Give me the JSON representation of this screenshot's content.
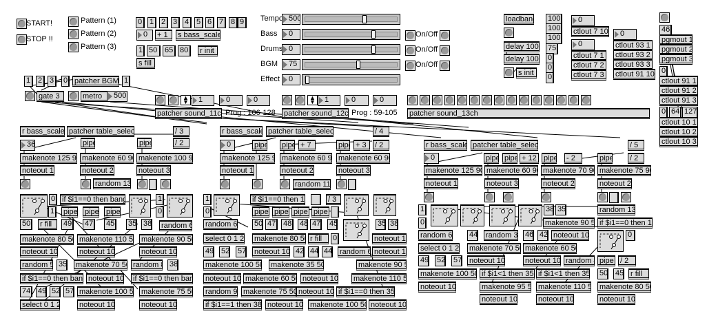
{
  "mixer": {
    "on_off_label": "On/Off",
    "rows": [
      {
        "label": "Tempo",
        "value": "500",
        "level": 0.65,
        "has_toggle": false
      },
      {
        "label": "Bass",
        "value": "0",
        "level": 0.75,
        "has_toggle": true
      },
      {
        "label": "Drums",
        "value": "0",
        "level": 0.75,
        "has_toggle": true
      },
      {
        "label": "BGM",
        "value": "75",
        "level": 0.58,
        "has_toggle": true
      },
      {
        "label": "Effect",
        "value": "0",
        "level": 0.0,
        "has_toggle": false
      }
    ]
  },
  "patch": {
    "top_left": [
      "START!",
      "STOP !!",
      "Pattern (1)",
      "Pattern (2)",
      "Pattern (3)",
      "0",
      "1",
      "2",
      "3",
      "4",
      "5",
      "6",
      "7",
      "8",
      "9",
      "0",
      "+ 1",
      "s bass_scale",
      "1",
      "50",
      "65",
      "80",
      "r init",
      "s fill",
      "1",
      "2",
      "3",
      "0",
      "patcher BGM1",
      "1",
      "gate 3",
      "metro",
      "500"
    ],
    "sound": [
      "1",
      "0",
      "0",
      "patcher sound_11ch",
      "Prog : 106-128",
      "1",
      "0",
      "0",
      "patcher sound_12ch",
      "Prog : 59-105",
      "patcher sound_13ch"
    ],
    "init": [
      "loadbang",
      "delay 100",
      "delay 100",
      "s init",
      "100",
      "100",
      "100",
      "75",
      "0",
      "0",
      "0",
      "0",
      "ctlout 7 10",
      "0",
      "ctlout 7 1",
      "ctlout 7 2",
      "ctlout 7 3",
      "0",
      "ctlout 93 1",
      "ctlout 93 2",
      "ctlout 93 3",
      "ctlout 91 10",
      "46",
      "pgmout 1",
      "pgmout 2",
      "pgmout 3",
      "0",
      "ctlout 91 1",
      "ctlout 91 2",
      "ctlout 91 3",
      "0",
      "64",
      "127",
      "ctlout 10 1",
      "ctlout 10 2",
      "ctlout 10 3"
    ],
    "sec_a": [
      "r bass_scale",
      "patcher table_select",
      "/ 3",
      "36",
      "pipe",
      "pipe",
      "/ 2",
      "makenote 125 90",
      "makenote 60 90",
      "makenote 100 90",
      "noteout 1",
      "noteout 2",
      "noteout 3",
      "random 13",
      "0",
      "if $i1==0 then bang",
      "1",
      "1",
      "pipe",
      "pipe",
      "pipe",
      "0",
      "50",
      "r fill",
      "49",
      "47",
      "45",
      "35",
      "38",
      "random 6",
      "makenote 80 50",
      "makenote 110 50",
      "makenote 90 50",
      "noteout 10",
      "noteout 10",
      "noteout 10",
      "random 5",
      "35",
      "makenote 70 50",
      "random 8",
      "38",
      "if $i1==0 then bang",
      "noteout 10",
      "if $i1==0 then bang",
      "74",
      "49",
      "52",
      "57",
      "makenote 100 50",
      "makenote 75 50",
      "select 0 1 2",
      "noteout 10",
      "noteout 10"
    ],
    "sec_b": [
      "r bass_scale",
      "patcher table_select",
      "/ 4",
      "0",
      "pipe",
      "pipe",
      "+ 7",
      "pipe",
      "+ 3",
      "/ 2",
      "makenote 125 90",
      "makenote 60 90",
      "makenote 60 90",
      "noteout 1",
      "noteout 2",
      "noteout 3",
      "random 11",
      "1",
      "if $i1==0 then 1",
      "/ 3",
      "0",
      "pipe",
      "pipe",
      "pipe",
      "pipe",
      "random 6",
      "50",
      "47",
      "48",
      "48",
      "47",
      "45",
      "35",
      "38",
      "select 0 1 2",
      "makenote 80 50",
      "r fill",
      "0",
      "noteout 10",
      "49",
      "52",
      "57",
      "noteout 10",
      "42",
      "44",
      "44",
      "random 6",
      "noteout 10",
      "makenote 100 50",
      "makenote 35 50",
      "makenote 90 50",
      "noteout 10",
      "makenote 60 50",
      "noteout 10",
      "makenote 110 50",
      "random 9",
      "makenote 75 50",
      "noteout 10",
      "if $i1==0 then 35",
      "if $i1==1 then 38",
      "noteout 10",
      "makenote 100 50",
      "noteout 10"
    ],
    "sec_c": [
      "r bass_scale",
      "patcher table_select",
      "/ 5",
      "0",
      "pipe",
      "pipe",
      "+ 12",
      "pipe",
      "- 2",
      "pipe",
      "/ 2",
      "makenote 125 90",
      "makenote 60 90",
      "makenote 70 90",
      "makenote 75 90",
      "noteout 1",
      "noteout 3",
      "noteout 2",
      "noteout 2",
      "1",
      "38",
      "35",
      "random 13",
      "0",
      "makenote 90 50",
      "if $i1==0 then 1",
      "random 6",
      "44",
      "random 3",
      "46",
      "42",
      "noteout 10",
      "0",
      "select 0 1 2",
      "makenote 70 50",
      "makenote 60 50",
      "49",
      "52",
      "57",
      "noteout 10",
      "noteout 10",
      "random 4",
      "pipe",
      "/ 2",
      "makenote 100 50",
      "if $i1<1 then 35",
      "if $i1<1 then 35",
      "50",
      "45",
      "r fill",
      "noteout 10",
      "makenote 95 50",
      "makenote 110 50",
      "makenote 80 50",
      "noteout 10",
      "noteout 10",
      "noteout 10"
    ]
  }
}
